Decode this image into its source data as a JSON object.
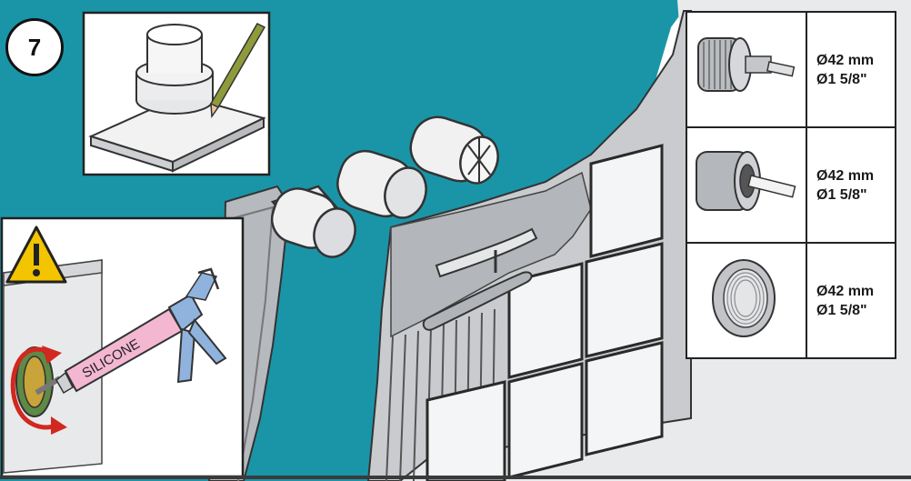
{
  "step": {
    "number": "7"
  },
  "silicone_gun": {
    "label": "SILICONE"
  },
  "specs": [
    {
      "icon": "threaded-extension-icon",
      "diameter": "Ø42 mm",
      "diameter_inch": "Ø1 5/8\""
    },
    {
      "icon": "sleeve-with-pin-icon",
      "diameter": "Ø42 mm",
      "diameter_inch": "Ø1 5/8\""
    },
    {
      "icon": "threaded-ring-icon",
      "diameter": "Ø42 mm",
      "diameter_inch": "Ø1 5/8\""
    }
  ],
  "colors": {
    "background_teal": "#1a95a8",
    "wall_grey": "#c9cbce",
    "tile_white": "#f4f5f6",
    "gun_pink": "#f3b7d2",
    "gun_blue": "#8fb3dc",
    "warning_yellow": "#f2c500",
    "arrow_red": "#d1281f"
  }
}
